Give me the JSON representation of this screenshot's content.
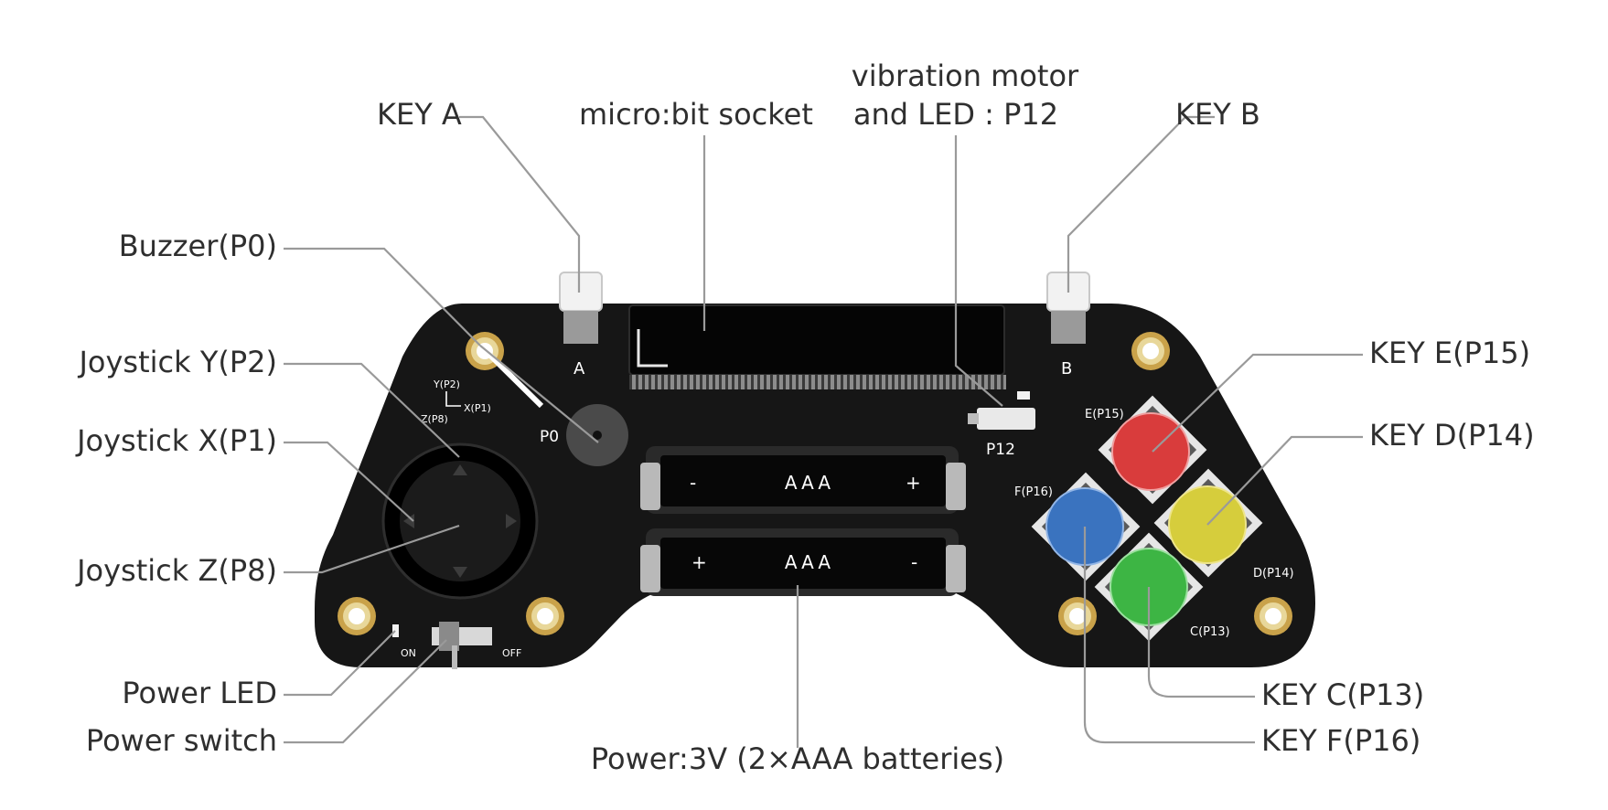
{
  "callouts": {
    "key_a": "KEY A",
    "microbit_socket": "micro:bit socket",
    "vibration_line1": "vibration motor",
    "vibration_line2": "and LED : P12",
    "key_b": "KEY B",
    "buzzer": "Buzzer(P0)",
    "joystick_y": "Joystick Y(P2)",
    "joystick_x": "Joystick X(P1)",
    "joystick_z": "Joystick Z(P8)",
    "power_led": "Power LED",
    "power_switch": "Power switch",
    "power": "Power:3V (2×AAA batteries)",
    "key_e": "KEY E(P15)",
    "key_d": "KEY D(P14)",
    "key_c": "KEY C(P13)",
    "key_f": "KEY F(P16)"
  },
  "board": {
    "label_a": "A",
    "label_b": "B",
    "label_p0": "P0",
    "label_p12": "P12",
    "axis_y": "Y(P2)",
    "axis_x": "X(P1)",
    "axis_z": "Z(P8)",
    "switch_on": "ON",
    "switch_off": "OFF",
    "battery_top_neg": "-",
    "battery_top_label": "AAA",
    "battery_top_pos": "+",
    "battery_bottom_pos": "+",
    "battery_bottom_label": "AAA",
    "battery_bottom_neg": "-",
    "btn_e": "E(P15)",
    "btn_d": "D(P14)",
    "btn_c": "C(P13)",
    "btn_f": "F(P16)"
  },
  "colors": {
    "board": "#161616",
    "key_e": "#d93c3c",
    "key_d": "#d6cd3c",
    "key_c": "#3db544",
    "key_f": "#3a73bf",
    "leader": "#9a9a9a",
    "hole_ring": "#c9a24a"
  }
}
